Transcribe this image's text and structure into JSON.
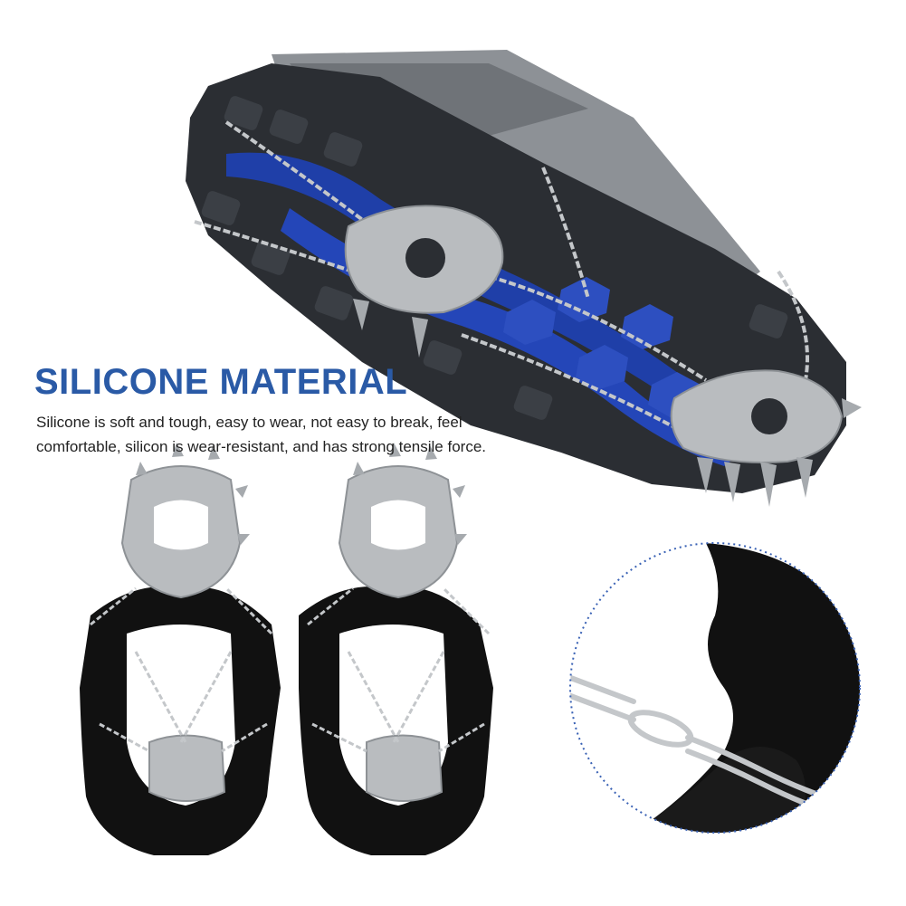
{
  "colors": {
    "headline": "#2a5aa6",
    "body_text": "#222222",
    "sole_rubber": "#2b2e33",
    "sole_accent": "#1f3fa8",
    "steel": "#b9bcbf",
    "silicone": "#111111",
    "dotted_ring": "#3a62b5"
  },
  "feature": {
    "title": "SILICONE MATERIAL",
    "description": "Silicone is soft and tough, easy to wear, not easy to break, feel comfortable, silicon is wear-resistant, and has strong tensile force."
  },
  "images": {
    "shoe": "hiking-shoe-with-crampons",
    "crampons": "pair-of-crampons",
    "detail": "silicone-detail-closeup"
  }
}
